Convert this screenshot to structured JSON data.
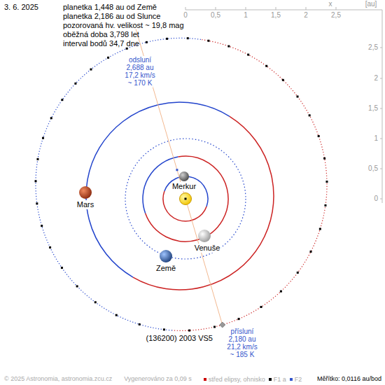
{
  "diagram": {
    "labels": [
      "3. 6. 2025",
      "planetka 1,448 au od Země",
      "planetka 2,186 au od Slunce",
      "pozorovaná hv. velikost ~ 19,8 mag",
      "oběžná doba 3,798 let",
      "interval bodů 34,7 dne",
      "0",
      "0,5",
      "1",
      "1,5",
      "2",
      "2,5",
      "x",
      "[au]",
      "2,5",
      "2",
      "1,5",
      "1",
      "0,5",
      "0",
      "odsluní",
      "2,688 au",
      "17,2 km/s",
      "~ 170 K",
      "Merkur",
      "Venuše",
      "Země",
      "Mars",
      "(136200) 2003 VS5",
      "přísluní",
      "2,180 au",
      "21,2 km/s",
      "~ 185 K",
      "© 2025 Astronomia, astronomia.zcu.cz",
      "Vygenerováno za 0,09 s",
      "Měřítko: 0,0116 au/bod"
    ],
    "legend": [
      {
        "text": "střed elipsy, ohnisko",
        "color": "#cc0000"
      },
      {
        "text": "F1 a",
        "color": "#000000"
      },
      {
        "text": "F2",
        "color": "#3355cc"
      }
    ]
  }
}
